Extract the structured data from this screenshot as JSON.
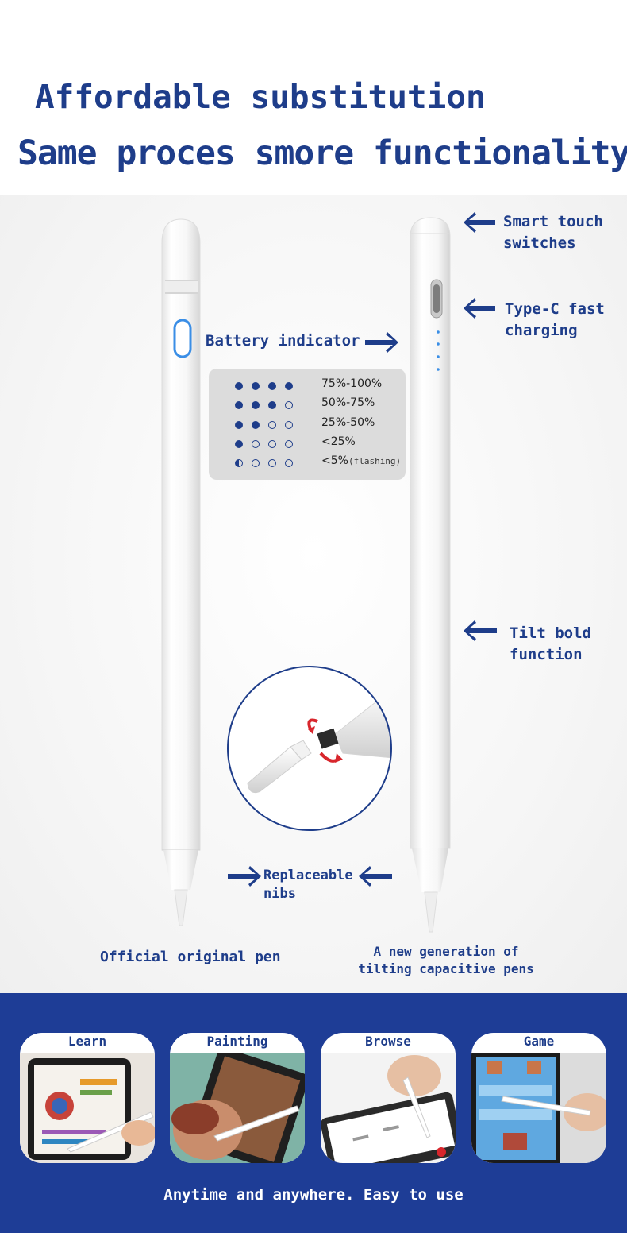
{
  "header": {
    "line1": "Affordable substitution",
    "line2": "Same proces smore functionality"
  },
  "callouts": {
    "smart_touch": [
      "Smart touch",
      "switches"
    ],
    "type_c": [
      "Type-C fast",
      "charging"
    ],
    "battery": "Battery indicator",
    "tilt": [
      "Tilt bold",
      "function"
    ],
    "nibs": [
      "Replaceable",
      "nibs"
    ]
  },
  "battery_table": [
    {
      "level": "75%-100%",
      "dots": [
        "full",
        "full",
        "full",
        "full"
      ]
    },
    {
      "level": "50%-75%",
      "dots": [
        "full",
        "full",
        "full",
        "empty"
      ]
    },
    {
      "level": "25%-50%",
      "dots": [
        "full",
        "full",
        "empty",
        "empty"
      ]
    },
    {
      "level": "<25%",
      "dots": [
        "full",
        "empty",
        "empty",
        "empty"
      ]
    },
    {
      "level": "<5%",
      "note": "(flashing)",
      "dots": [
        "half",
        "empty",
        "empty",
        "empty"
      ]
    }
  ],
  "pens": {
    "left_caption": "Official original pen",
    "right_caption": [
      "A new generation of",
      "tilting capacitive pens"
    ]
  },
  "uses": [
    {
      "title": "Learn"
    },
    {
      "title": "Painting"
    },
    {
      "title": "Browse"
    },
    {
      "title": "Game"
    }
  ],
  "footer": {
    "tagline": "Anytime and anywhere. Easy to use"
  },
  "colors": {
    "brand_blue": "#1e3d8a",
    "band_blue": "#1e3d96",
    "led_blue": "#3a8ee6"
  }
}
